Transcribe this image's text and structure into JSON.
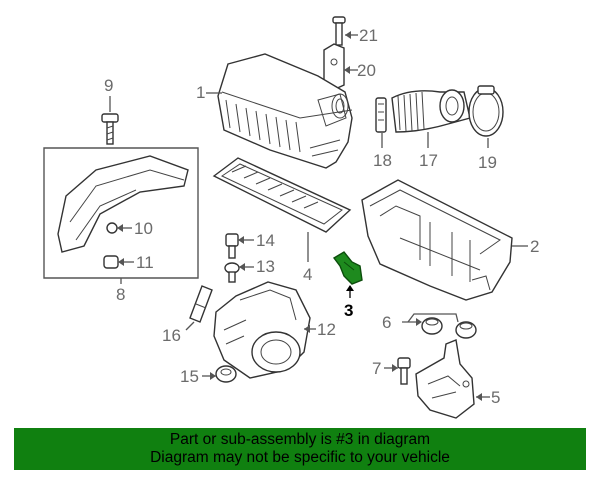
{
  "diagram": {
    "callouts": [
      "1",
      "2",
      "3",
      "4",
      "5",
      "6",
      "7",
      "8",
      "9",
      "10",
      "11",
      "12",
      "13",
      "14",
      "15",
      "16",
      "17",
      "18",
      "19",
      "20",
      "21"
    ],
    "highlighted_part": "3",
    "highlight_color": "#1e8a1e"
  },
  "banner": {
    "line1": "Part or sub-assembly is #3 in diagram",
    "line2": "Diagram may not be specific to your vehicle",
    "background": "#108010"
  }
}
